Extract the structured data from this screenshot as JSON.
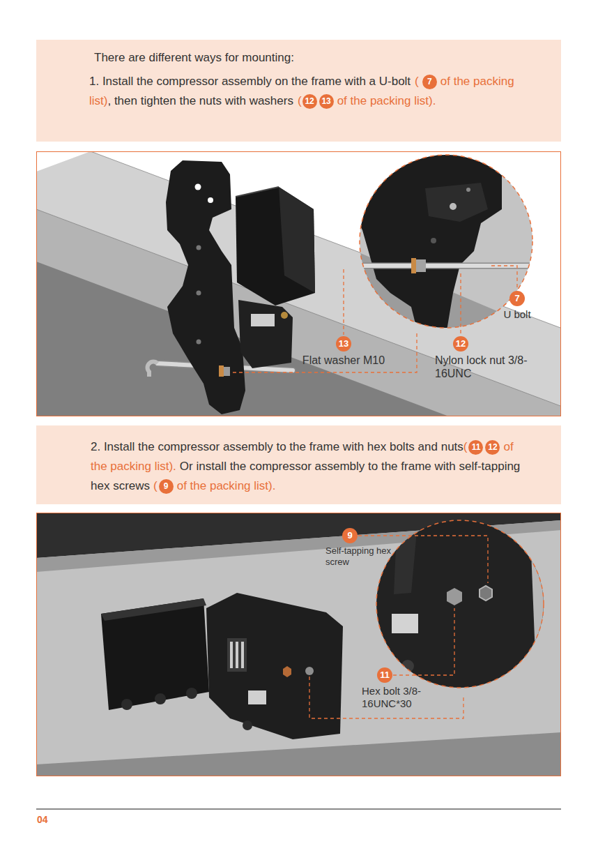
{
  "diagram": {
    "nodes": [
      {
        "text": [
          "There are different ways for mounting:",
          "1. Install the compressor assembly on the frame with a U-bolt",
          "(",
          "7",
          "of the packing list)",
          ", then tighten the nuts with washers",
          "(",
          "12",
          "13",
          "of the packing list)."
        ]
      },
      {
        "text": [
          "7",
          "U bolt"
        ]
      },
      {
        "text": [
          "13",
          "Flat washer M10"
        ]
      },
      {
        "text": [
          "12",
          "Nylon lock nut 3/8-16UNC"
        ]
      },
      {
        "text": [
          "2. Install the compressor assembly to the frame with hex bolts and nuts",
          "(",
          "11",
          "12",
          "of the packing list).",
          "Or install the compressor assembly to the frame with self-tapping hex screws",
          "(",
          "9",
          "of the packing list)."
        ]
      },
      {
        "text": [
          "9",
          "Self-tapping hex screw"
        ]
      },
      {
        "text": [
          "11",
          "Hex bolt 3/8-16UNC*30"
        ]
      }
    ],
    "labels": [
      "04"
    ]
  }
}
